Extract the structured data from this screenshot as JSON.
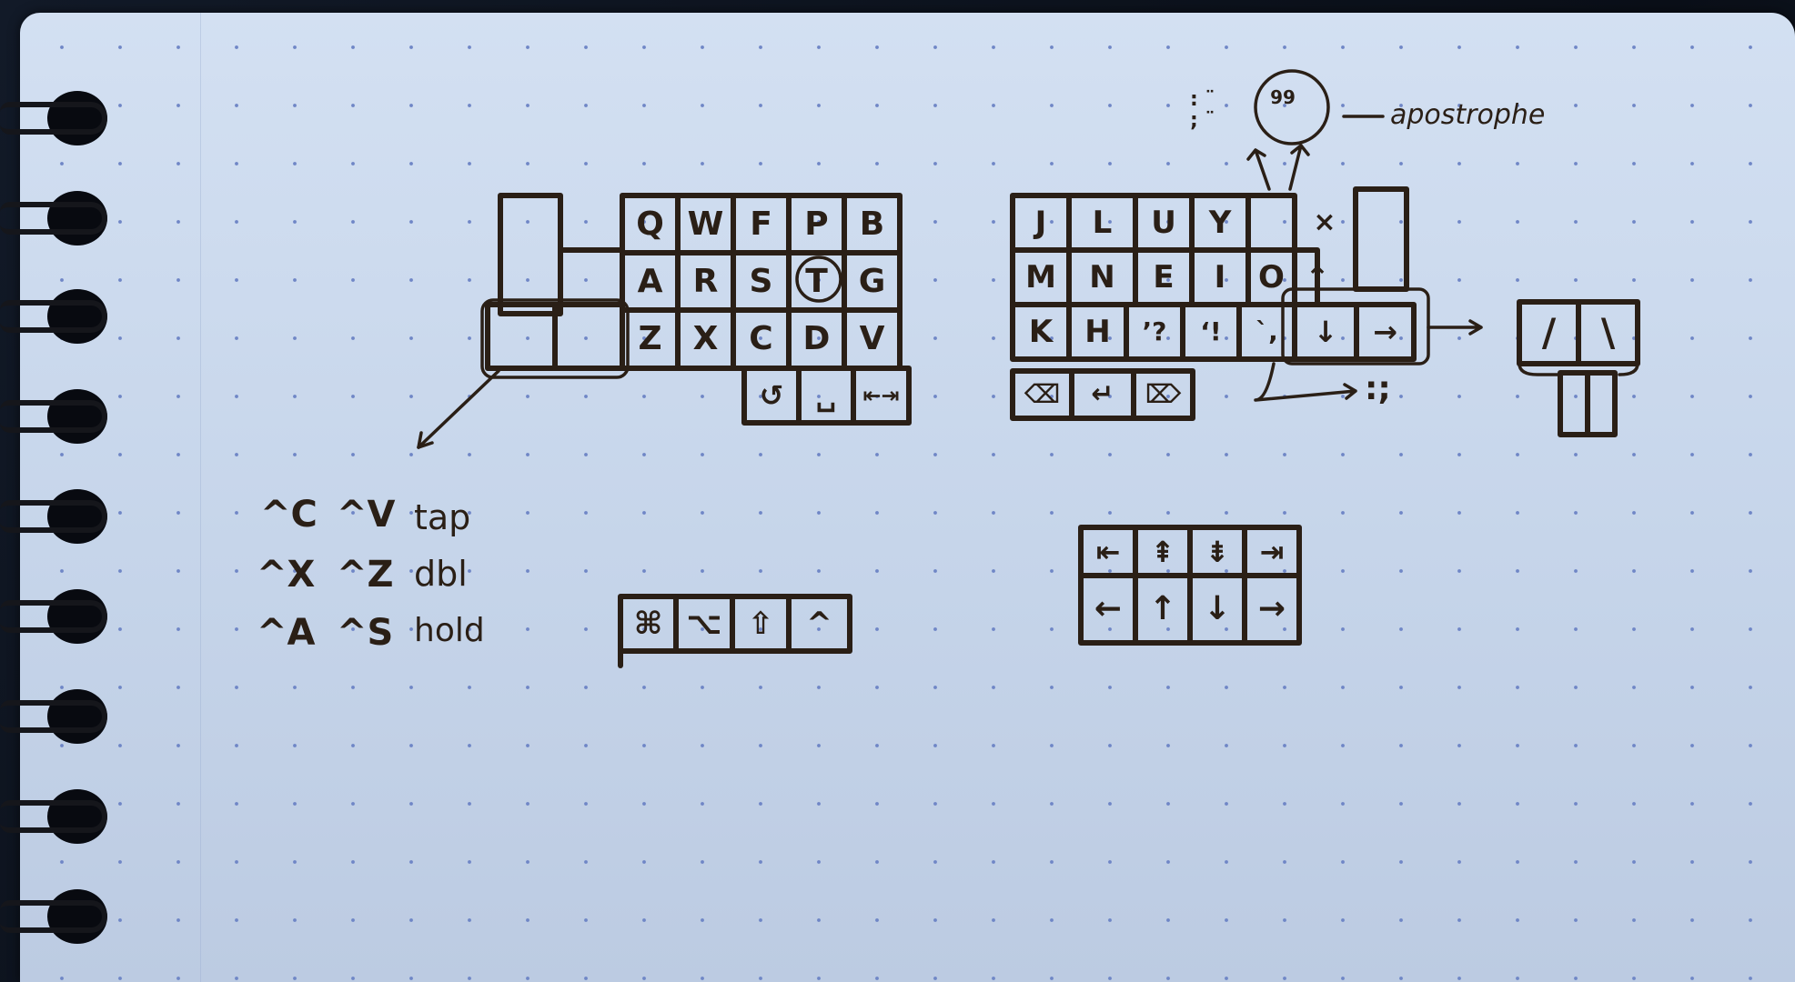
{
  "left_hand": {
    "top_row": [
      "Q",
      "W",
      "F",
      "P",
      "B"
    ],
    "home_row": [
      "A",
      "R",
      "S",
      "T",
      "G"
    ],
    "bottom_row": [
      "Z",
      "X",
      "C",
      "D",
      "V"
    ],
    "thumb_row": [
      "↺",
      "␣",
      "⇤⇥"
    ]
  },
  "right_hand": {
    "top_row": [
      "J",
      "L",
      "U",
      "Y",
      "",
      "×"
    ],
    "home_row": [
      "M",
      "N",
      "E",
      "I",
      "O",
      "↑"
    ],
    "bottom_row": [
      "K",
      "H",
      "’?",
      "‘!",
      "`,",
      "↓",
      "→"
    ],
    "thumb_row": [
      "⌫",
      "↵",
      "⌦"
    ]
  },
  "apostrophe_note": {
    "bubble": "99",
    "side": ": ¨\n; ¨",
    "label": "apostrophe"
  },
  "colon_semicolon": ":;",
  "slash_keys": [
    "/",
    "\\"
  ],
  "shortcuts": [
    [
      "^C",
      "^V",
      "tap"
    ],
    [
      "^X",
      "^Z",
      "dbl"
    ],
    [
      "^A",
      "^S",
      "hold"
    ]
  ],
  "modifiers": [
    "⌘",
    "⌥",
    "⇧",
    "^"
  ],
  "nav_row1": [
    "⇤",
    "⇞",
    "⇟",
    "⇥"
  ],
  "nav_row2": [
    "←",
    "↑",
    "↓",
    "→"
  ],
  "colors": {
    "ink": "#2a1f16",
    "paper": "#c9d7ec",
    "dot": "#6f86c6",
    "ring": "#15161b"
  }
}
